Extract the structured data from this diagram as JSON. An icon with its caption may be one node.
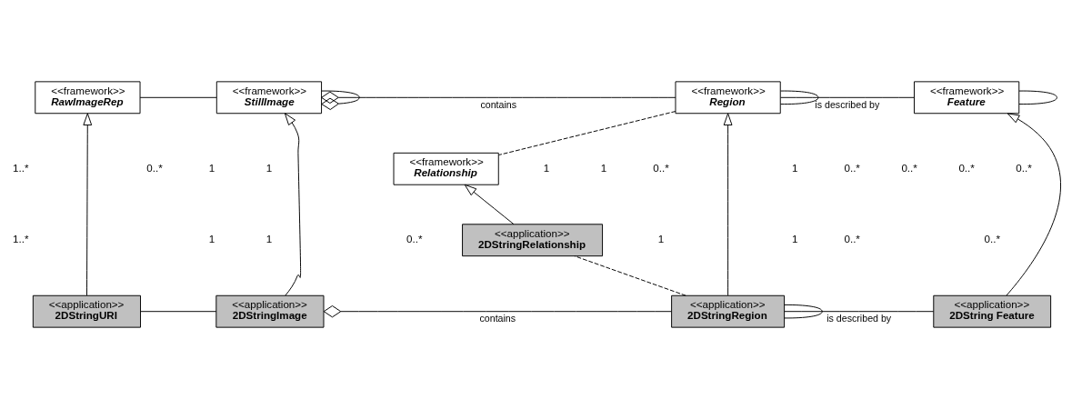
{
  "diagram": {
    "nodes": [
      {
        "text": [
          "<<framework>>",
          "RawImageRep"
        ]
      },
      {
        "text": [
          "<<framework>>",
          "StillImage"
        ]
      },
      {
        "text": [
          "<<framework>>",
          "Region"
        ]
      },
      {
        "text": [
          "<<framework>>",
          "Feature"
        ]
      },
      {
        "text": [
          "<<framework>>",
          "Relationship"
        ]
      },
      {
        "text": [
          "<<application>>",
          "2DStringRelationship"
        ]
      },
      {
        "text": [
          "<<application>>",
          "2DStringURI"
        ]
      },
      {
        "text": [
          "<<application>>",
          "2DStringImage"
        ]
      },
      {
        "text": [
          "<<application>>",
          "2DStringRegion"
        ]
      },
      {
        "text": [
          "<<application>>",
          "2DString Feature"
        ]
      }
    ],
    "edges": [
      {
        "from": 0,
        "to": 1,
        "arrow": "none"
      },
      {
        "from": 1,
        "to": 1,
        "arrow": "other"
      },
      {
        "from": 1,
        "to": 2,
        "arrow": "other",
        "label": "contains"
      },
      {
        "from": 2,
        "to": 3,
        "arrow": "none",
        "label": "is described by"
      },
      {
        "from": 3,
        "to": 3,
        "arrow": "none"
      },
      {
        "from": 2,
        "to": 2,
        "arrow": "none"
      },
      {
        "from": 2,
        "to": 4,
        "arrow": "none",
        "style": "dashed"
      },
      {
        "from": 6,
        "to": 0,
        "arrow": "to"
      },
      {
        "from": 7,
        "to": 1,
        "arrow": "to"
      },
      {
        "from": 8,
        "to": 2,
        "arrow": "to"
      },
      {
        "from": 9,
        "to": 3,
        "arrow": "to"
      },
      {
        "from": 5,
        "to": 4,
        "arrow": "to"
      },
      {
        "from": 6,
        "to": 7,
        "arrow": "none"
      },
      {
        "from": 7,
        "to": 8,
        "arrow": "other",
        "label": "contains"
      },
      {
        "from": 8,
        "to": 9,
        "arrow": "none",
        "label": "is described by"
      },
      {
        "from": 8,
        "to": 8,
        "arrow": "none"
      },
      {
        "from": 8,
        "to": 5,
        "arrow": "none",
        "style": "dashed"
      }
    ],
    "labels": [
      "1",
      "0..*",
      "1",
      "0..*",
      "0..*",
      "1..*",
      "1",
      "1",
      "0..*",
      "0..*",
      "1",
      "0..*",
      "1",
      "1..*",
      "1",
      "1",
      "0..*",
      "0..*",
      "0..*",
      "1"
    ]
  }
}
